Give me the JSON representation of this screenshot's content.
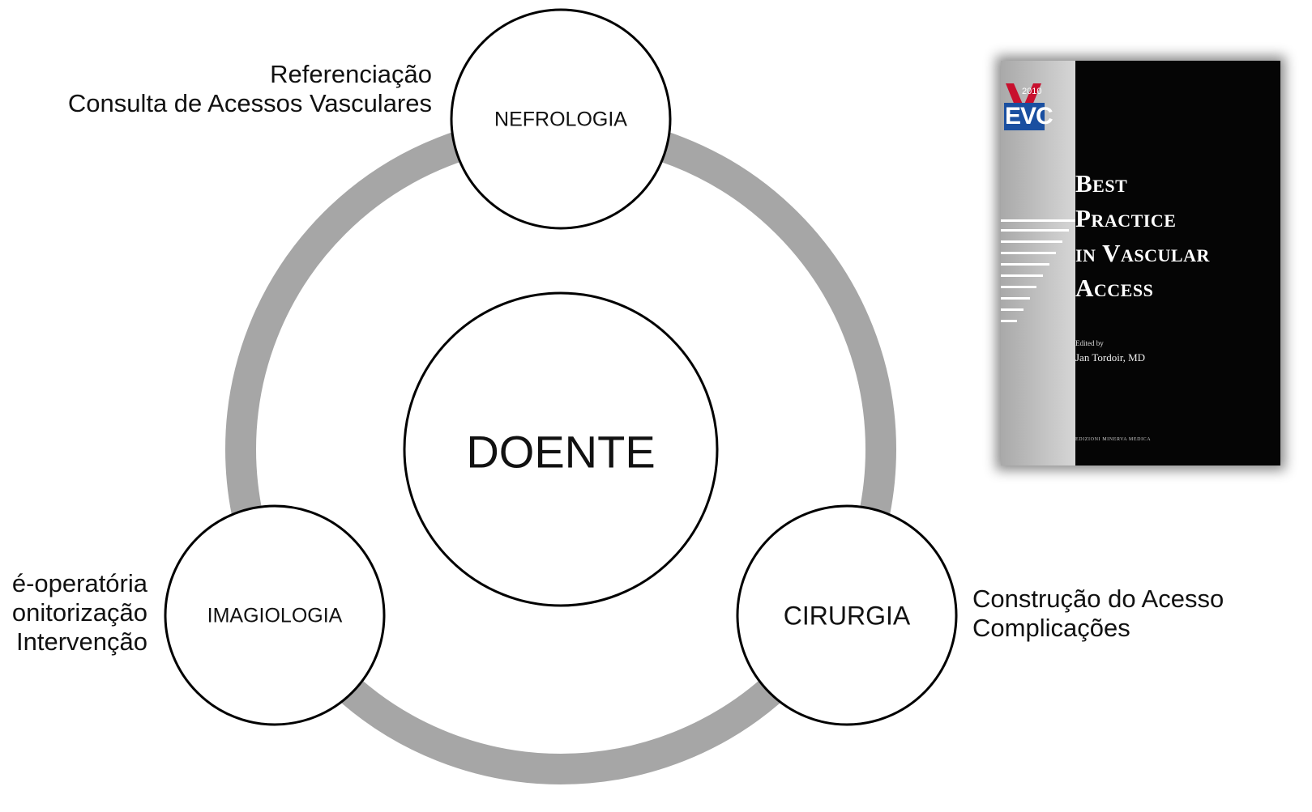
{
  "colors": {
    "ring": "#a6a6a6",
    "circle_stroke": "#000000",
    "circle_fill": "#ffffff",
    "text": "#111111",
    "book_background": "#050505",
    "logo_blue": "#1a4fa0",
    "logo_red": "#c8102e"
  },
  "center": {
    "label": "DOENTE"
  },
  "nodes": {
    "nefrologia": {
      "label": "NEFROLOGIA",
      "notes": [
        "Referenciação",
        "Consulta de Acessos Vasculares"
      ]
    },
    "imagiologia": {
      "label": "IMAGIOLOGIA",
      "notes": [
        "é-operatória",
        "onitorização",
        "Intervenção"
      ]
    },
    "cirurgia": {
      "label": "CIRURGIA",
      "notes": [
        "Construção do Acesso",
        "Complicações"
      ]
    }
  },
  "book": {
    "logo_year": "2010",
    "logo_letters": "EVC",
    "title_lines": [
      "Best",
      "Practice",
      "in Vascular",
      "Access"
    ],
    "edited_by": "Edited by",
    "editor": "Jan Tordoir, MD",
    "publisher": "EDIZIONI MINERVA MEDICA"
  }
}
